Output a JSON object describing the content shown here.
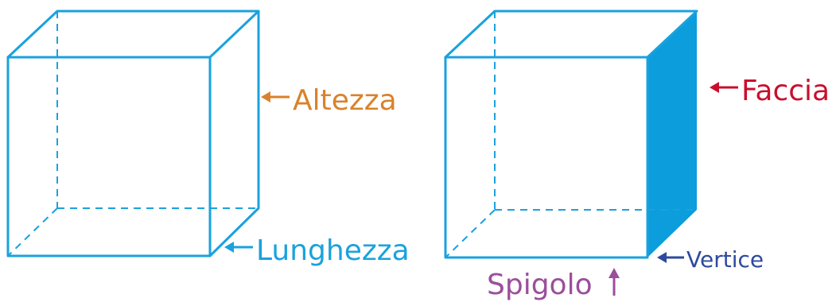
{
  "labels": {
    "altezza": "Altezza",
    "lunghezza": "Lunghezza",
    "faccia": "Faccia",
    "vertice": "Vertice",
    "spigolo": "Spigolo"
  },
  "colors": {
    "edge": "#1aa2dd",
    "face_fill": "#0b9ddc",
    "altezza": "#d9822b",
    "lunghezza": "#1aa2dd",
    "faccia": "#c8102e",
    "vertice": "#2e4a9e",
    "spigolo": "#9b4f9b"
  }
}
